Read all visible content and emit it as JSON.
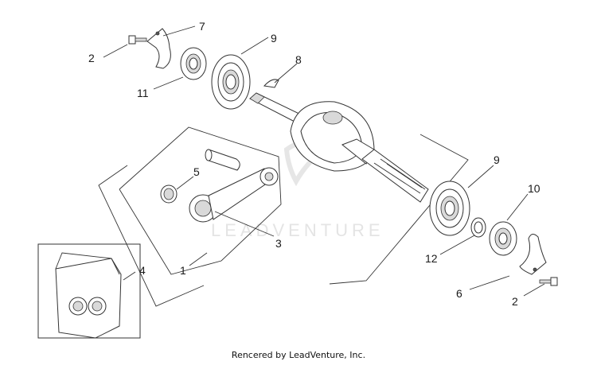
{
  "diagram": {
    "callouts": {
      "c1": "1",
      "c2a": "2",
      "c2b": "2",
      "c3": "3",
      "c4": "4",
      "c5": "5",
      "c6": "6",
      "c7": "7",
      "c8": "8",
      "c9a": "9",
      "c9b": "9",
      "c10": "10",
      "c11": "11",
      "c12": "12"
    },
    "watermark": "LEADVENTURE",
    "credit": "Rencered by LeadVenture, Inc."
  },
  "colors": {
    "line": "#333333",
    "watermark": "#e4e4e4",
    "background": "#ffffff"
  }
}
